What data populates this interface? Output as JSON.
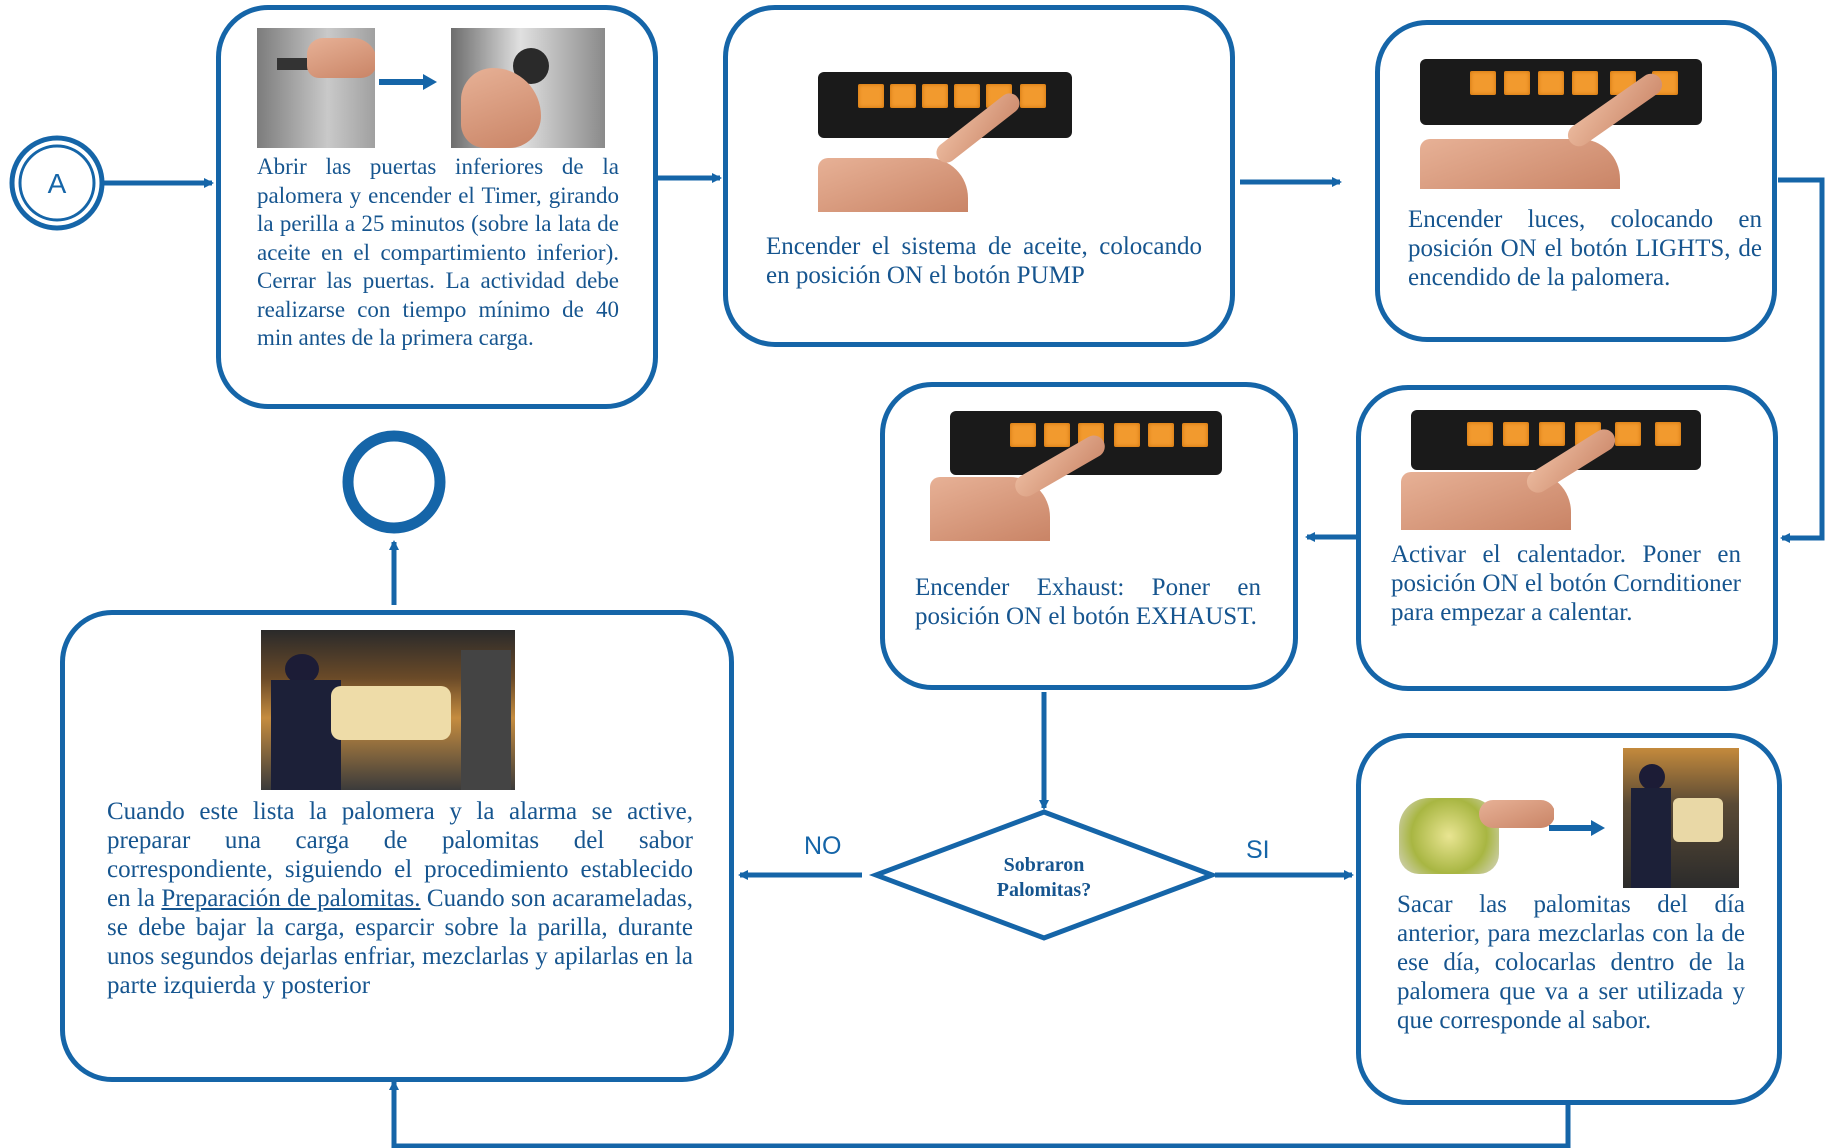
{
  "colors": {
    "accent": "#1565a8",
    "text": "#16558f",
    "orange": "#f29a2e"
  },
  "connector_start": "A",
  "steps": [
    {
      "id": "step1",
      "text": "Abrir las puertas inferiores de la palomera y encender el Timer, girando la perilla a 25 minutos (sobre la lata de aceite en el compartimiento inferior).  Cerrar las puertas.   La actividad debe realizarse con tiempo mínimo de 40 min antes de la primera carga."
    },
    {
      "id": "step2",
      "text": "Encender el sistema de aceite, colocando en posición ON el botón PUMP"
    },
    {
      "id": "step3",
      "text": "Encender luces, colocando en posición ON el botón LIGHTS, de encendido de la palomera."
    },
    {
      "id": "step4",
      "text": "Activar el calentador.  Poner en posición ON el botón Cornditioner para empezar a calentar."
    },
    {
      "id": "step5",
      "text": "Encender Exhaust:  Poner en posición ON el botón EXHAUST."
    },
    {
      "id": "step_si",
      "text": "Sacar las palomitas del día anterior, para mezclarlas con la de ese día,  colocarlas dentro de la palomera que va a ser utilizada y que corresponde al sabor."
    },
    {
      "id": "step_no",
      "text_before": "Cuando este lista la palomera y la  alarma se active,  preparar una carga de palomitas del sabor correspondiente, siguiendo el procedimiento establecido  en la ",
      "link": "Preparación de palomitas.",
      "text_after": " Cuando son acarameladas, se debe bajar la carga, esparcir sobre la parilla, durante unos segundos dejarlas enfriar, mezclarlas y apilarlas en la parte izquierda y posterior"
    }
  ],
  "decision": {
    "line1": "Sobraron",
    "line2": "Palomitas?",
    "yes": "SI",
    "no": "NO"
  },
  "icons": [
    "hand-pressing-panel",
    "popcorn-bag",
    "worker-at-machine"
  ]
}
